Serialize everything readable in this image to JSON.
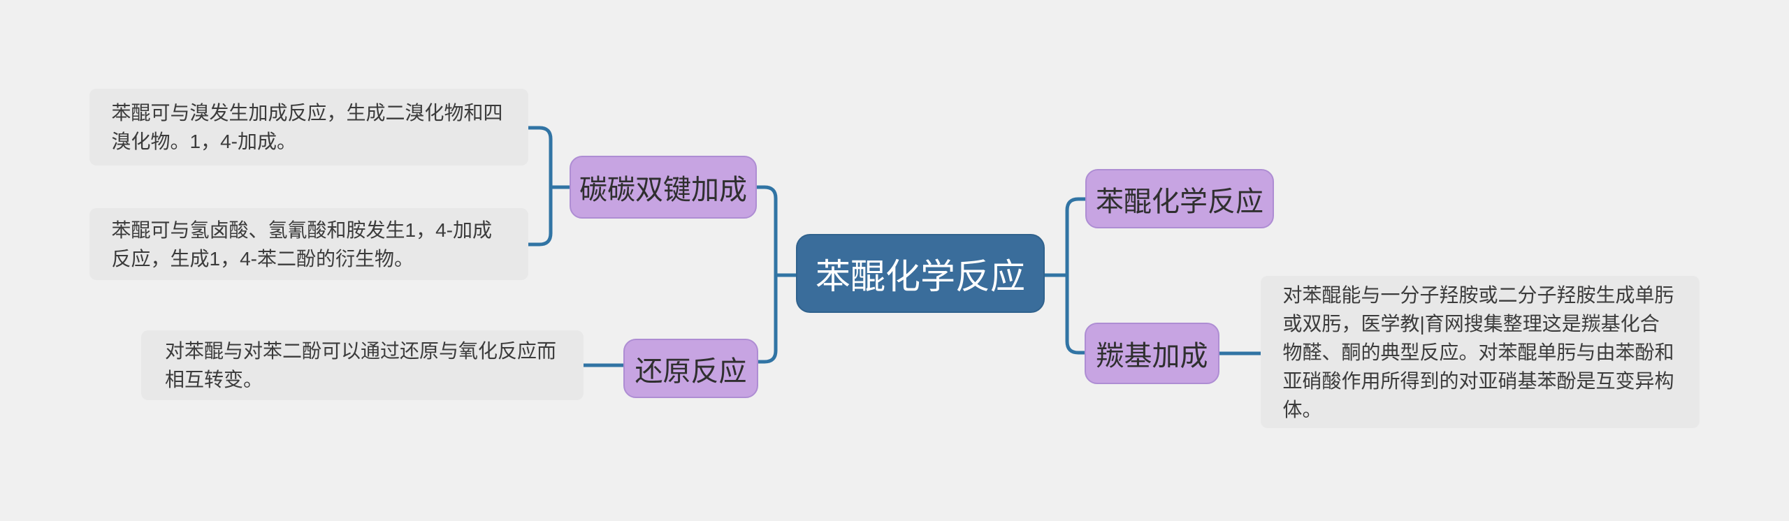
{
  "mindmap": {
    "root": {
      "label": "苯醌化学反应"
    },
    "left": {
      "branch1": {
        "label": "碳碳双键加成"
      },
      "branch2": {
        "label": "还原反应"
      },
      "notes": {
        "bromine": "苯醌可与溴发生加成反应，生成二溴化物和四溴化物。1，4-加成。",
        "acid": "苯醌可与氢卤酸、氢氰酸和胺发生1，4-加成反应，生成1，4-苯二酚的衍生物。",
        "redox": "对苯醌与对苯二酚可以通过还原与氧化反应而相互转变。"
      }
    },
    "right": {
      "branch1": {
        "label": "苯醌化学反应"
      },
      "branch2": {
        "label": "羰基加成"
      },
      "notes": {
        "carbonyl": "对苯醌能与一分子羟胺或二分子羟胺生成单肟或双肟，医学教|育网搜集整理这是羰基化合物醛、酮的典型反应。对苯醌单肟与由苯酚和亚硝酸作用所得到的对亚硝基苯酚是互变异构体。"
      }
    },
    "colors": {
      "background": "#f0f0f0",
      "root_node": "#3a6d9b",
      "branch_node": "#c7a4e2",
      "note_box": "#e8e8e8",
      "connector": "#3174a4",
      "root_text": "#ffffff",
      "node_text": "#2f2f2f"
    }
  }
}
